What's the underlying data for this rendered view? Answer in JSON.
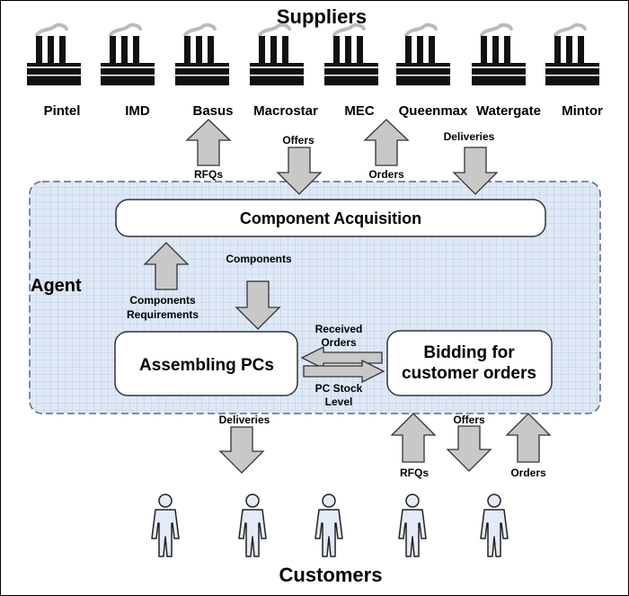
{
  "title_top": "Suppliers",
  "title_bottom": "Customers",
  "agent_label": "Agent",
  "suppliers": [
    "Pintel",
    "IMD",
    "Basus",
    "Macrostar",
    "MEC",
    "Queenmax",
    "Watergate",
    "Mintor"
  ],
  "boxes": {
    "component_acquisition": "Component Acquisition",
    "assembling": "Assembling PCs",
    "bidding_line1": "Bidding for",
    "bidding_line2": "customer orders"
  },
  "flows": {
    "rfqs_suppliers": "RFQs",
    "offers_suppliers": "Offers",
    "orders_suppliers": "Orders",
    "deliveries_suppliers": "Deliveries",
    "components": "Components",
    "components_req_line1": "Components",
    "components_req_line2": "Requirements",
    "received_orders_line1": "Received",
    "received_orders_line2": "Orders",
    "pc_stock_line1": "PC Stock",
    "pc_stock_line2": "Level",
    "deliveries_customers": "Deliveries",
    "rfqs_customers": "RFQs",
    "offers_customers": "Offers",
    "orders_customers": "Orders"
  },
  "colors": {
    "arrow_fill": "#c8c8c8",
    "agent_fill": "#dfe8f5",
    "grid_line": "#b5c8e6",
    "agent_border": "#5a6a85",
    "factory": "#111111",
    "smoke": "#bbbbbb",
    "person_fill": "#e4ebf6"
  }
}
